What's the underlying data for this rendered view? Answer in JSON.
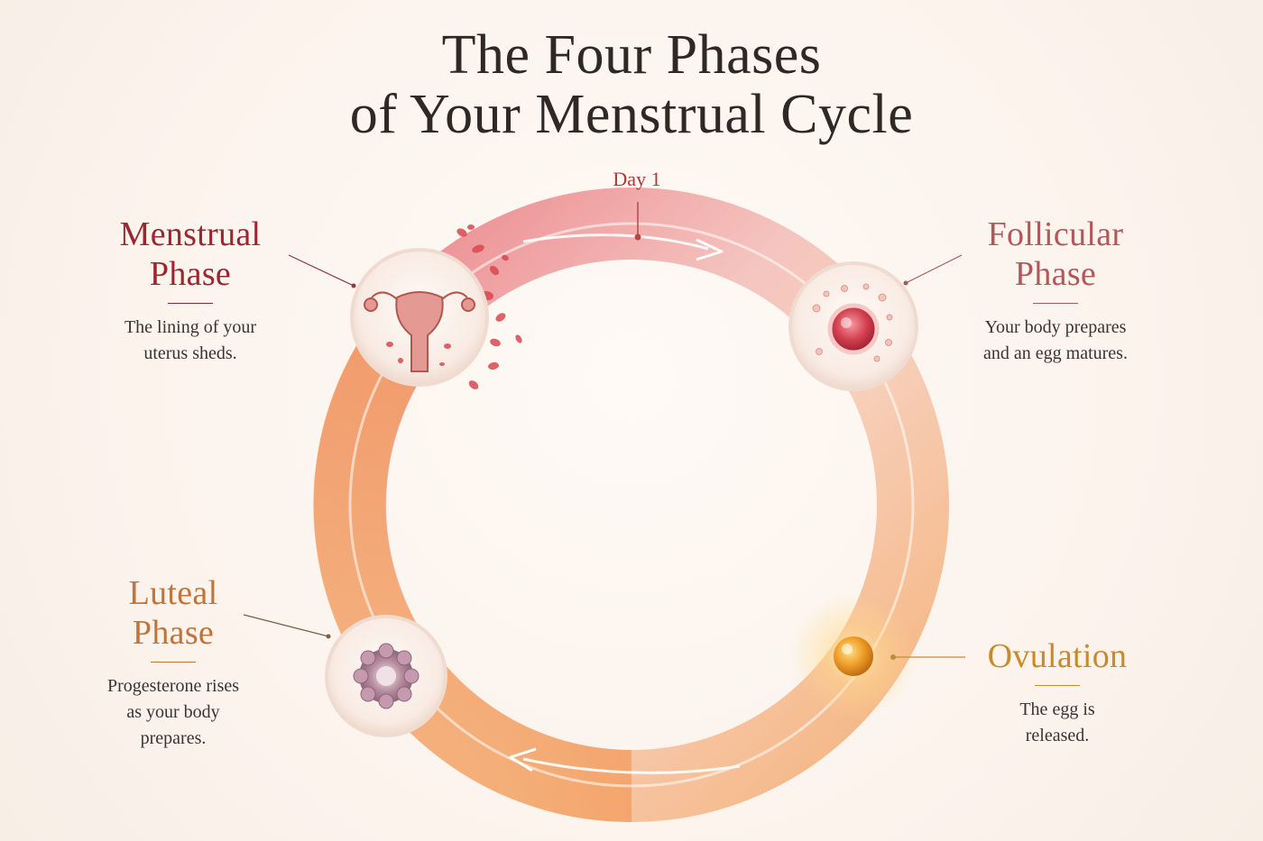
{
  "title": {
    "line1": "The Four Phases",
    "line2": "of Your Menstrual Cycle"
  },
  "day_marker": "Day 1",
  "phases": {
    "menstrual": {
      "name_line1": "Menstrual",
      "name_line2": "Phase",
      "desc_line1": "The lining of your",
      "desc_line2": "uterus sheds.",
      "color": "#9c2530",
      "icon": "uterus-icon"
    },
    "follicular": {
      "name_line1": "Follicular",
      "name_line2": "Phase",
      "desc_line1": "Your body prepares",
      "desc_line2": "and an egg matures.",
      "color": "#b3585a",
      "icon": "follicle-egg-icon"
    },
    "ovulation": {
      "name_line1": "Ovulation",
      "desc_line1": "The egg is",
      "desc_line2": "released.",
      "color": "#c98a2a",
      "icon": "glowing-egg-icon"
    },
    "luteal": {
      "name_line1": "Luteal",
      "name_line2": "Phase",
      "desc_line1": "Progesterone rises",
      "desc_line2": "as your body",
      "desc_line3": "prepares.",
      "color": "#c0743a",
      "icon": "corpus-luteum-icon"
    }
  },
  "colors": {
    "ring_red": "#e06b72",
    "ring_pink": "#f2b9b4",
    "ring_orange": "#f2a561",
    "background": "#fbf5ef",
    "title": "#2f2925"
  }
}
